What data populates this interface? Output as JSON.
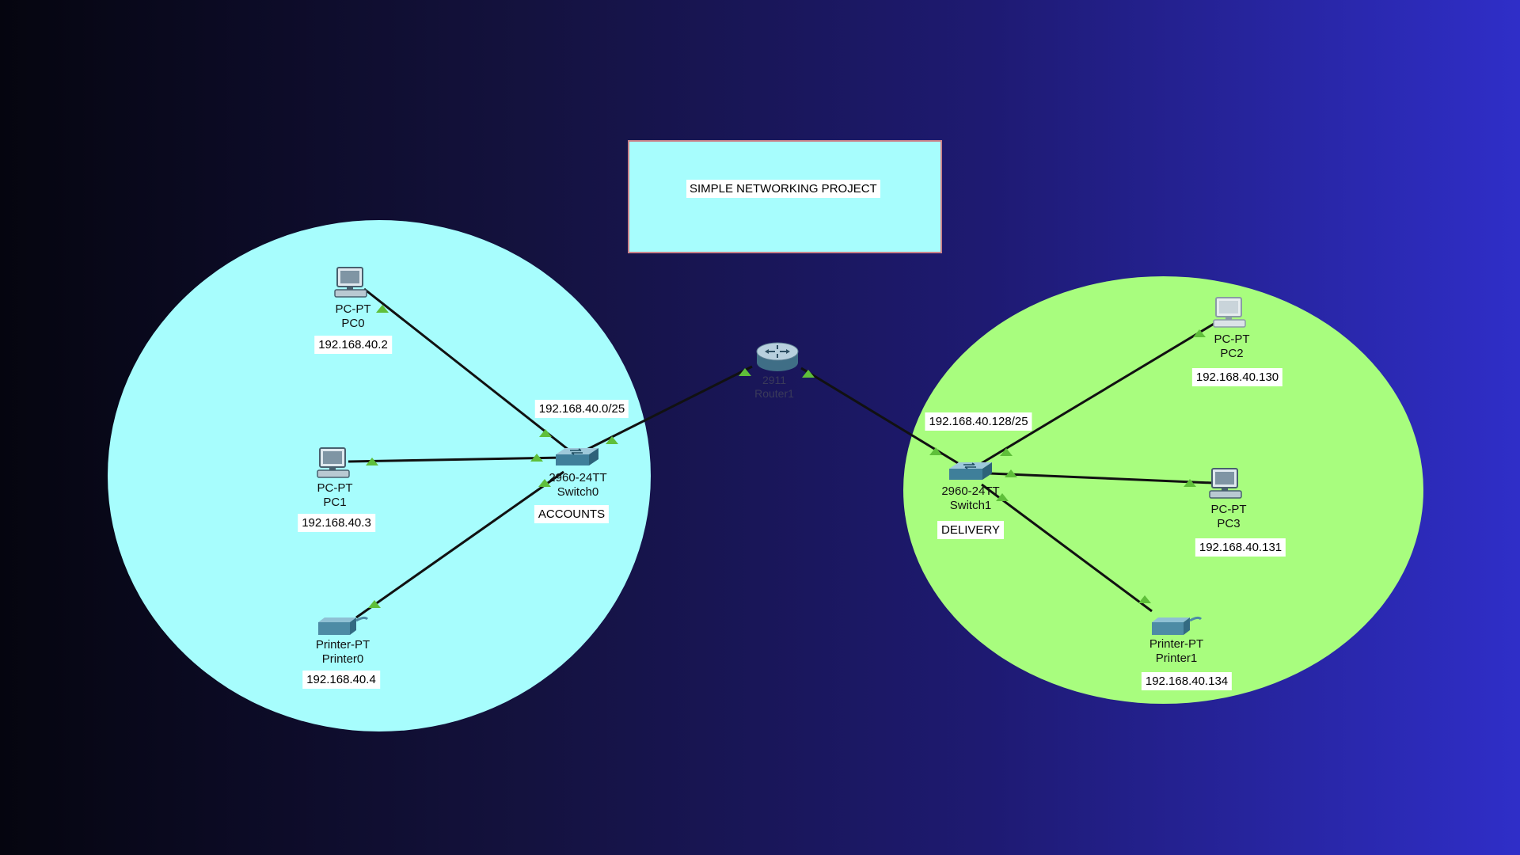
{
  "title": "SIMPLE NETWORKING PROJECT",
  "colors": {
    "accounts_zone": "#a7fdfd",
    "delivery_zone": "#a8fd7e",
    "link": "#111111",
    "port_indicator": "#5fbf3a",
    "background_left": "#05050f",
    "background_right": "#2f2ec8"
  },
  "router": {
    "model": "2911",
    "name": "Router1",
    "icon": "router-icon"
  },
  "accounts": {
    "zone_label": "ACCOUNTS",
    "subnet": "192.168.40.0/25",
    "switch": {
      "model": "2960-24TT",
      "name": "Switch0",
      "icon": "switch-icon"
    },
    "pc0": {
      "model": "PC-PT",
      "name": "PC0",
      "ip": "192.168.40.2",
      "icon": "pc-icon"
    },
    "pc1": {
      "model": "PC-PT",
      "name": "PC1",
      "ip": "192.168.40.3",
      "icon": "pc-icon"
    },
    "printer0": {
      "model": "Printer-PT",
      "name": "Printer0",
      "ip": "192.168.40.4",
      "icon": "printer-icon"
    }
  },
  "delivery": {
    "zone_label": "DELIVERY",
    "subnet": "192.168.40.128/25",
    "switch": {
      "model": "2960-24TT",
      "name": "Switch1",
      "icon": "switch-icon"
    },
    "pc2": {
      "model": "PC-PT",
      "name": "PC2",
      "ip": "192.168.40.130",
      "icon": "pc-icon"
    },
    "pc3": {
      "model": "PC-PT",
      "name": "PC3",
      "ip": "192.168.40.131",
      "icon": "pc-icon"
    },
    "printer1": {
      "model": "Printer-PT",
      "name": "Printer1",
      "ip": "192.168.40.134",
      "icon": "printer-icon"
    }
  }
}
